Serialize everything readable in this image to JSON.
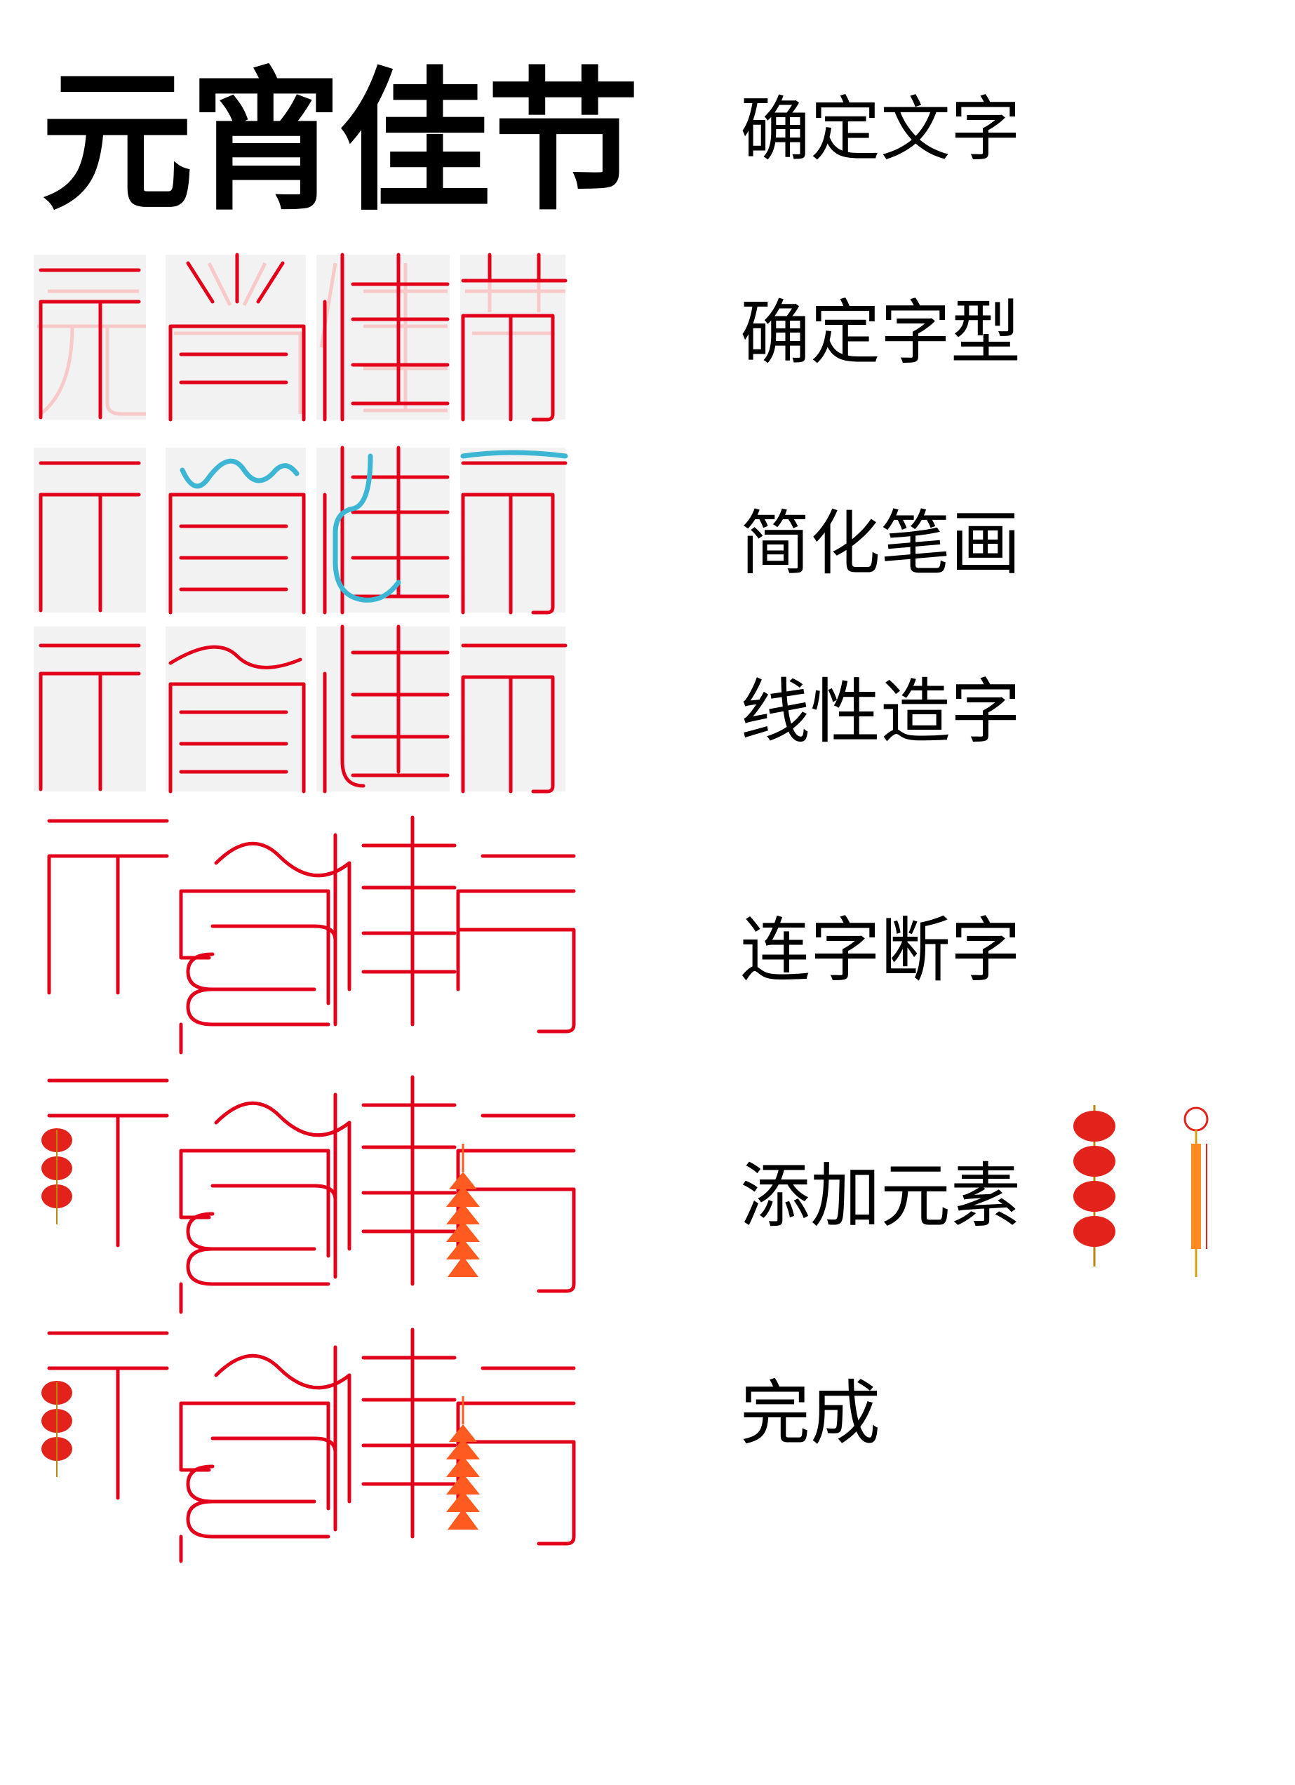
{
  "title": "元宵佳节",
  "steps": [
    {
      "label": "确定文字"
    },
    {
      "label": "确定字型"
    },
    {
      "label": "简化笔画"
    },
    {
      "label": "线性造字"
    },
    {
      "label": "连字断字"
    },
    {
      "label": "添加元素"
    },
    {
      "label": "完成"
    }
  ],
  "colors": {
    "stroke_red": "#e2001a",
    "grid_gray": "#f2f2f2",
    "highlight_blue": "#3cb6d3",
    "lantern_red": "#e3221b",
    "firecracker_orange": "#ff5a1f"
  },
  "elements": {
    "lantern": "lantern-icon",
    "firecracker": "firecracker-icon"
  }
}
